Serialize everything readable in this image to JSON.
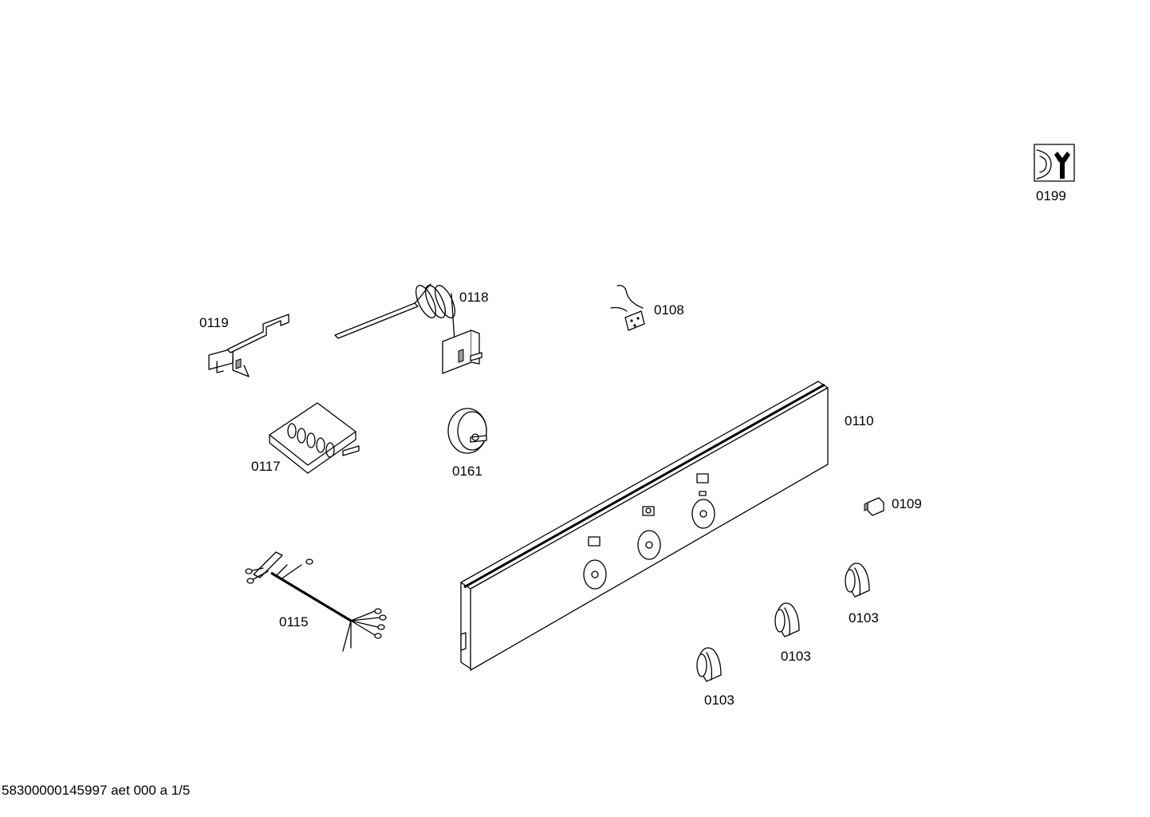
{
  "parts": [
    {
      "id": "p0199",
      "label": "0199"
    },
    {
      "id": "p0119",
      "label": "0119"
    },
    {
      "id": "p0118",
      "label": "0118"
    },
    {
      "id": "p0108",
      "label": "0108"
    },
    {
      "id": "p0110",
      "label": "0110"
    },
    {
      "id": "p0117",
      "label": "0117"
    },
    {
      "id": "p0161",
      "label": "0161"
    },
    {
      "id": "p0109",
      "label": "0109"
    },
    {
      "id": "p0115",
      "label": "0115"
    },
    {
      "id": "p0103a",
      "label": "0103"
    },
    {
      "id": "p0103b",
      "label": "0103"
    },
    {
      "id": "p0103c",
      "label": "0103"
    }
  ],
  "footer": {
    "text": "58300000145997 aet 000 a 1/5"
  }
}
